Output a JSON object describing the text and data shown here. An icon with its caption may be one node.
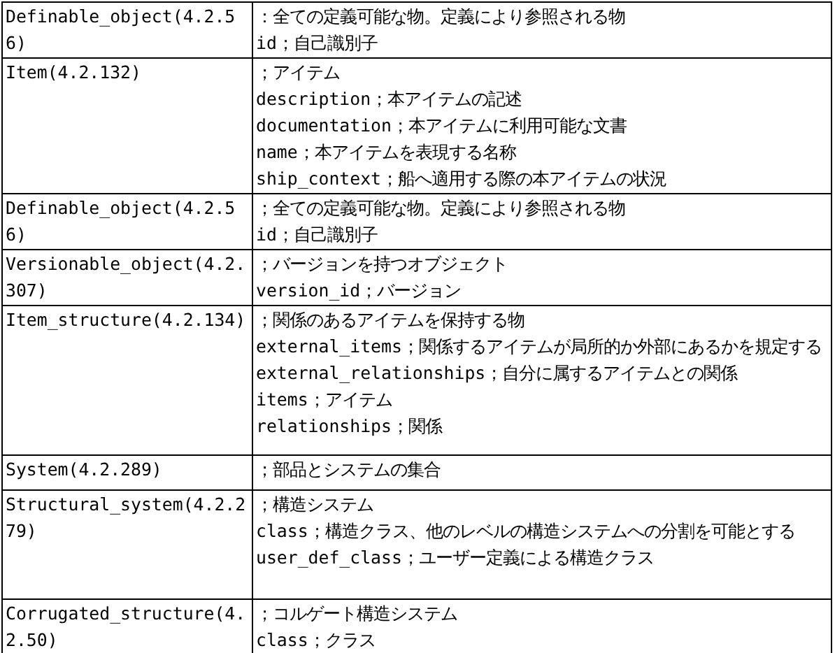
{
  "diagram": {
    "labels": [
      "Definable_object(4.2.56)",
      "：全ての定義可能な物。定義により参照される物",
      "id；自己識別子",
      "Item(4.2.132)",
      "；アイテム",
      "description；本アイテムの記述",
      "documentation；本アイテムに利用可能な文書",
      "name；本アイテムを表現する名称",
      "ship_context；船へ適用する際の本アイテムの状況",
      "Definable_object(4.2.56)",
      "；全ての定義可能な物。定義により参照される物",
      "id；自己識別子",
      "Versionable_object(4.2.307)",
      "；バージョンを持つオブジェクト",
      "version_id；バージョン",
      "Item_structure(4.2.134)",
      "；関係のあるアイテムを保持する物",
      "external_items；関係するアイテムが局所的か外部にあるかを規定する",
      "external_relationships；自分に属するアイテムとの関係",
      "items；アイテム",
      "relationships；関係",
      "System(4.2.289)",
      "；部品とシステムの集合",
      "Structural_system(4.2.279)",
      "；構造システム",
      "class；構造クラス、他のレベルの構造システムへの分割を可能とする",
      "user_def_class；ユーザー定義による構造クラス",
      "Corrugated_structure(4.2.50)",
      "；コルゲート構造システム",
      "class；クラス"
    ]
  }
}
